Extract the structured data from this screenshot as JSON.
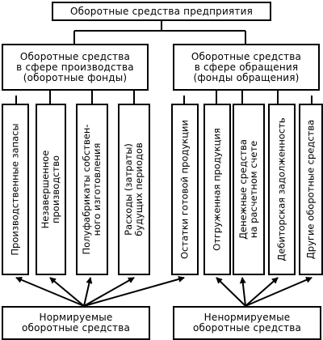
{
  "top": {
    "title": "Оборотные средства предприятия"
  },
  "sphere_production": {
    "line1": "Оборотные средства",
    "line2": "в сфере производства",
    "line3": "(оборотные фонды)"
  },
  "sphere_circulation": {
    "line1": "Оборотные средства",
    "line2": "в сфере обращения",
    "line3": "(фонды обращения)"
  },
  "columns": [
    {
      "lines": [
        "Производственные запасы"
      ]
    },
    {
      "lines": [
        "Незавершенное",
        "производство"
      ]
    },
    {
      "lines": [
        "Полуфабрикаты собствен-",
        "ного изготовления"
      ]
    },
    {
      "lines": [
        "Расходы (затраты)",
        "будущих периодов"
      ]
    },
    {
      "lines": [
        "Остатки готовой продукции"
      ]
    },
    {
      "lines": [
        "Отгруженная продукция"
      ]
    },
    {
      "lines": [
        "Денежные средства",
        "на расчетном счете"
      ]
    },
    {
      "lines": [
        "Дебиторская задолженность"
      ]
    },
    {
      "lines": [
        "Другие оборотные средства"
      ]
    }
  ],
  "normed": {
    "line1": "Нормируемые",
    "line2": "оборотные средства"
  },
  "unnormed": {
    "line1": "Ненормируемые",
    "line2": "оборотные средства"
  }
}
